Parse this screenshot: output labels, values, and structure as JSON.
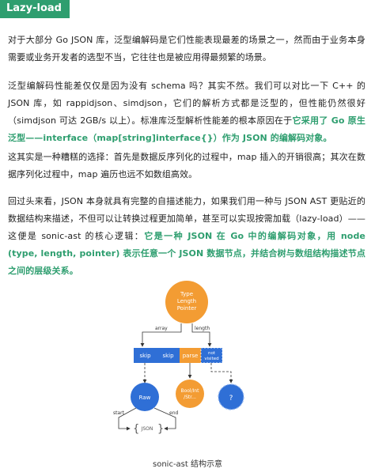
{
  "section": {
    "title": "Lazy-load"
  },
  "paragraphs": {
    "p1": "对于大部分 Go JSON 库，泛型编解码是它们性能表现最差的场景之一，然而由于业务本身需要或业务开发者的选型不当，它往往也是被应用得最频繁的场景。",
    "p2_a": "泛型编解码性能差仅仅是因为没有 schema 吗？其实不然。我们可以对比一下 C++ 的 JSON 库，如 rappidjson、simdjson，它们的解析方式都是泛型的，但性能仍然很好（simdjson 可达 2GB/s 以上）。标准库泛型解析性能差的根本原因在于",
    "p2_b": "它采用了 Go 原生泛型——interface（map[string]interface{}）作为 JSON 的编解码对象。",
    "p3": "这其实是一种糟糕的选择：首先是数据反序列化的过程中，map 插入的开销很高；其次在数据序列化过程中，map 遍历也远不如数组高效。",
    "p4_a": "回过头来看，JSON 本身就具有完整的自描述能力，如果我们用一种与 JSON AST 更贴近的数据结构来描述，不但可以让转换过程更加简单，甚至可以实现按需加载（lazy-load）——这便是 sonic-ast 的核心逻辑：",
    "p4_b": "它是一种 JSON 在 Go 中的编解码对象，用 node (type, length, pointer) 表示任意一个 JSON 数据节点，并结合树与数组结构描述节点之间的层级关系。"
  },
  "diagram": {
    "root_line1": "Type",
    "root_line2": "Length",
    "root_line3": "Pointer",
    "label_array": "array",
    "label_length": "length",
    "cells": [
      "skip",
      "skip",
      "parse"
    ],
    "not_visited_line1": "not",
    "not_visited_line2": "visited",
    "raw_label": "Raw",
    "bool_line1": "Bool/Int",
    "bool_line2": "/Str...",
    "unknown_label": "?",
    "label_start": "start",
    "label_end": "end",
    "json_label": "JSON",
    "colors": {
      "orange": "#f39c33",
      "blue": "#2f6fd6",
      "light_blue": "#8fb3ef",
      "green": "#2e9e6f"
    }
  },
  "caption": "sonic-ast 结构示意"
}
